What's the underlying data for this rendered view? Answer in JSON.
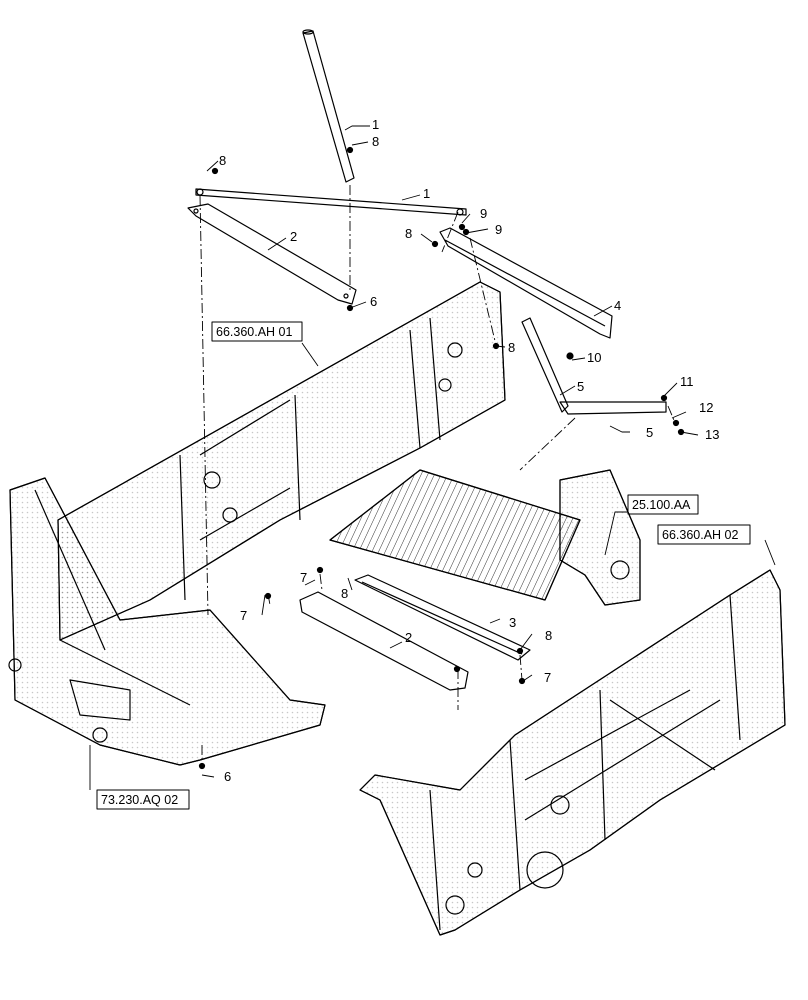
{
  "callouts": [
    {
      "id": "c1a",
      "text": "1"
    },
    {
      "id": "c8a",
      "text": "8"
    },
    {
      "id": "c8b",
      "text": "8"
    },
    {
      "id": "c1b",
      "text": "1"
    },
    {
      "id": "c9a",
      "text": "9"
    },
    {
      "id": "c9b",
      "text": "9"
    },
    {
      "id": "c2a",
      "text": "2"
    },
    {
      "id": "c8c",
      "text": "8"
    },
    {
      "id": "c6a",
      "text": "6"
    },
    {
      "id": "c4",
      "text": "4"
    },
    {
      "id": "c8d",
      "text": "8"
    },
    {
      "id": "c10",
      "text": "10"
    },
    {
      "id": "c5a",
      "text": "5"
    },
    {
      "id": "c11",
      "text": "11"
    },
    {
      "id": "c12",
      "text": "12"
    },
    {
      "id": "c13",
      "text": "13"
    },
    {
      "id": "c5b",
      "text": "5"
    },
    {
      "id": "c7a",
      "text": "7"
    },
    {
      "id": "c7b",
      "text": "7"
    },
    {
      "id": "c8e",
      "text": "8"
    },
    {
      "id": "c3",
      "text": "3"
    },
    {
      "id": "c8f",
      "text": "8"
    },
    {
      "id": "c2b",
      "text": "2"
    },
    {
      "id": "c7c",
      "text": "7"
    },
    {
      "id": "c6b",
      "text": "6"
    }
  ],
  "references": [
    {
      "id": "r1",
      "text": "66.360.AH 01"
    },
    {
      "id": "r2",
      "text": "25.100.AA"
    },
    {
      "id": "r3",
      "text": "66.360.AH 02"
    },
    {
      "id": "r4",
      "text": "73.230.AQ 02"
    }
  ]
}
